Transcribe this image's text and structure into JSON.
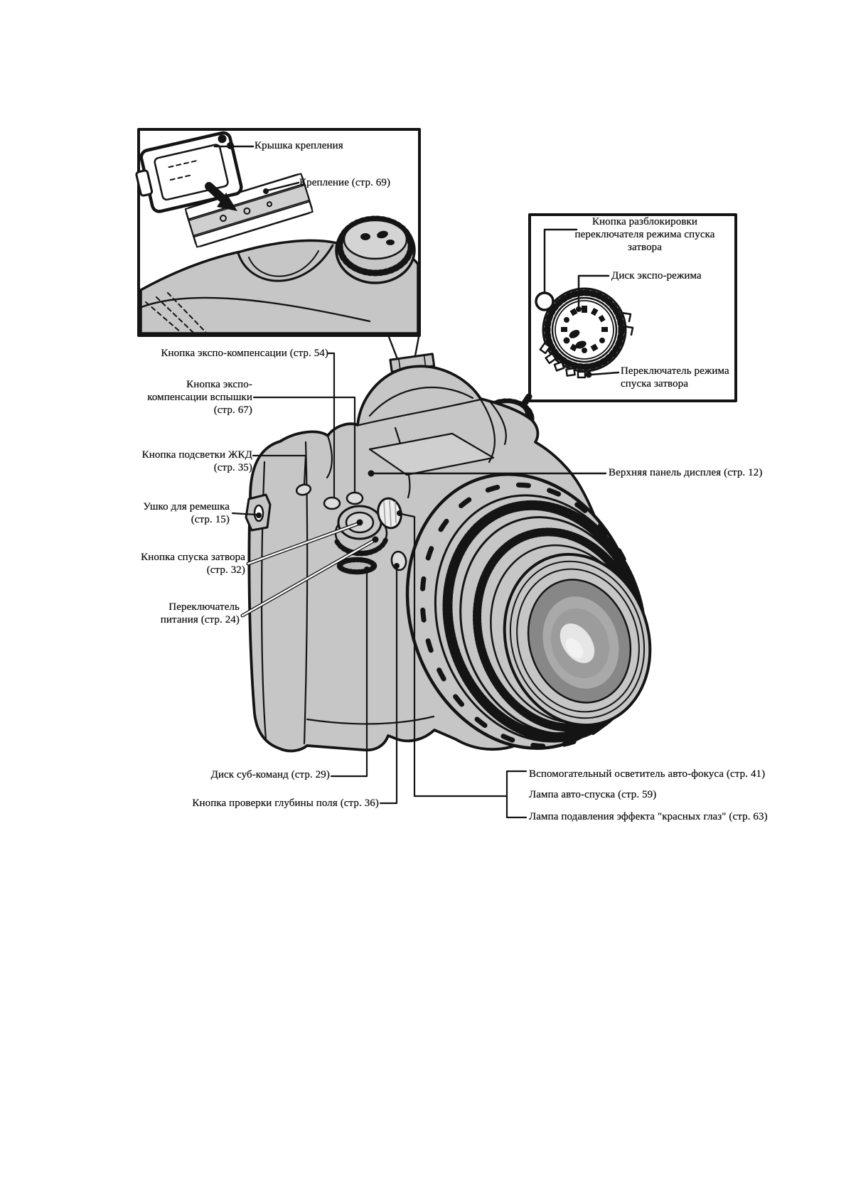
{
  "palette": {
    "ink": "#141414",
    "body_gray": "#c6c6c6",
    "panel_gray": "#cfcfcf",
    "glass_dark": "#878787",
    "glass_mid": "#a9a9a9",
    "glass_highlight": "#f0f0f0",
    "page_background": "#ffffff"
  },
  "inset_shoe": {
    "cover_label": "Крышка крепления",
    "mount_label": "Крепление (стр. 69)"
  },
  "inset_dial": {
    "lock_l1": "Кнопка разблокировки",
    "lock_l2": "переключателя режима спуска",
    "lock_l3": "затвора",
    "mode_dial_label": "Диск экспо-режима",
    "lever_l1": "Переключатель режима",
    "lever_l2": "спуска затвора"
  },
  "callouts": {
    "expo_comp": "Кнопка экспо-компенсации (стр. 54)",
    "flash_comp_l1": "Кнопка экспо-",
    "flash_comp_l2": "компенсации вспышки",
    "flash_comp_l3": "(стр. 67)",
    "lcd_l1": "Кнопка подсветки ЖКД",
    "lcd_l2": "(стр. 35)",
    "strap_l1": "Ушко для ремешка",
    "strap_l2": "(стр. 15)",
    "shutter_l1": "Кнопка спуска затвора",
    "shutter_l2": "(стр. 32)",
    "power_l1": "Переключатель",
    "power_l2": "питания (стр. 24)",
    "subcommand": "Диск суб-команд (стр. 29)",
    "dof": "Кнопка проверки глубины поля (стр. 36)",
    "top_panel": "Верхняя панель дисплея (стр. 12)",
    "af_assist": "Вспомогательный осветитель авто-фокуса (стр. 41)",
    "self_timer": "Лампа авто-спуска (стр. 59)",
    "red_eye": "Лампа подавления эффекта \"красных глаз\" (стр. 63)"
  }
}
